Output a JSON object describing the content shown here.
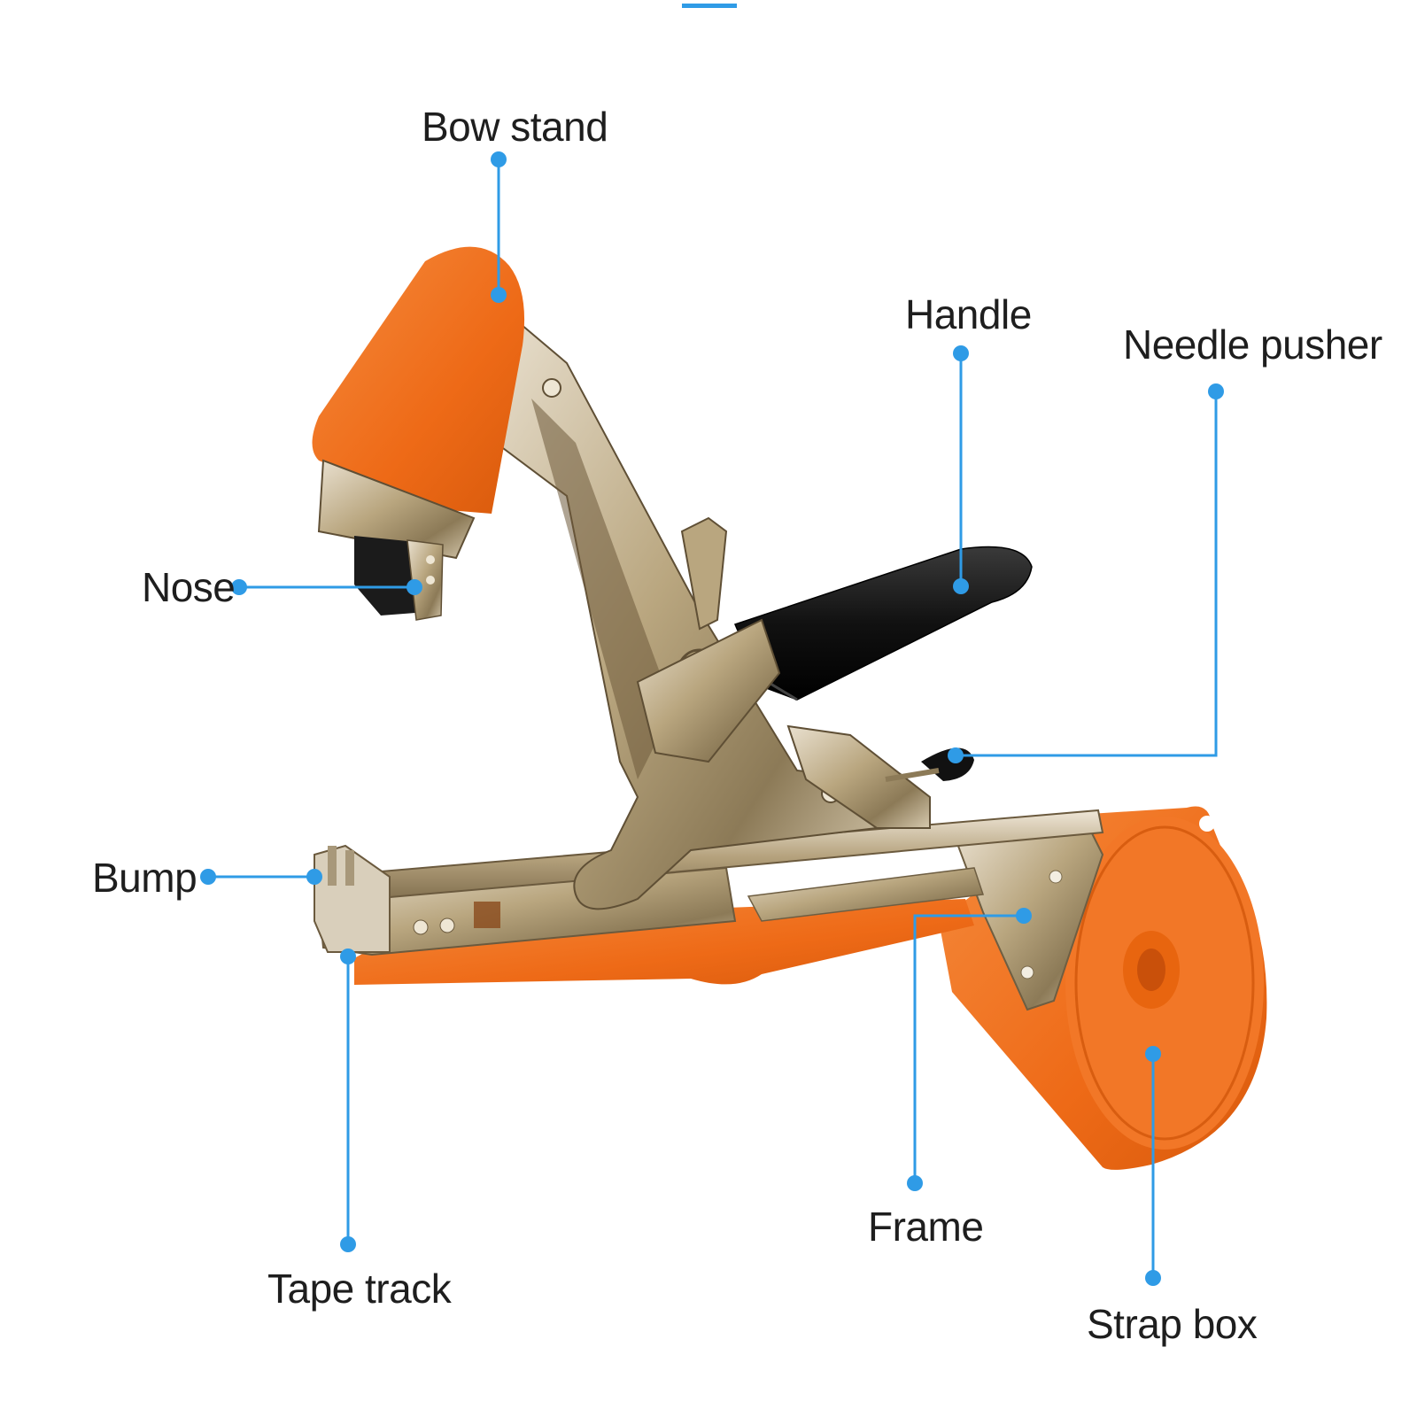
{
  "diagram": {
    "subject": "tape tool (plant tying machine)",
    "colors": {
      "accent": "#2f9be6",
      "orange": "#f26f1e",
      "metal": "#c9b99a",
      "handle": "#161616"
    },
    "labels": {
      "bow_stand": "Bow stand",
      "handle": "Handle",
      "needle_pusher": "Needle pusher",
      "nose": "Nose",
      "bump": "Bump",
      "tape_track": "Tape track",
      "frame": "Frame",
      "strap_box": "Strap box"
    }
  }
}
